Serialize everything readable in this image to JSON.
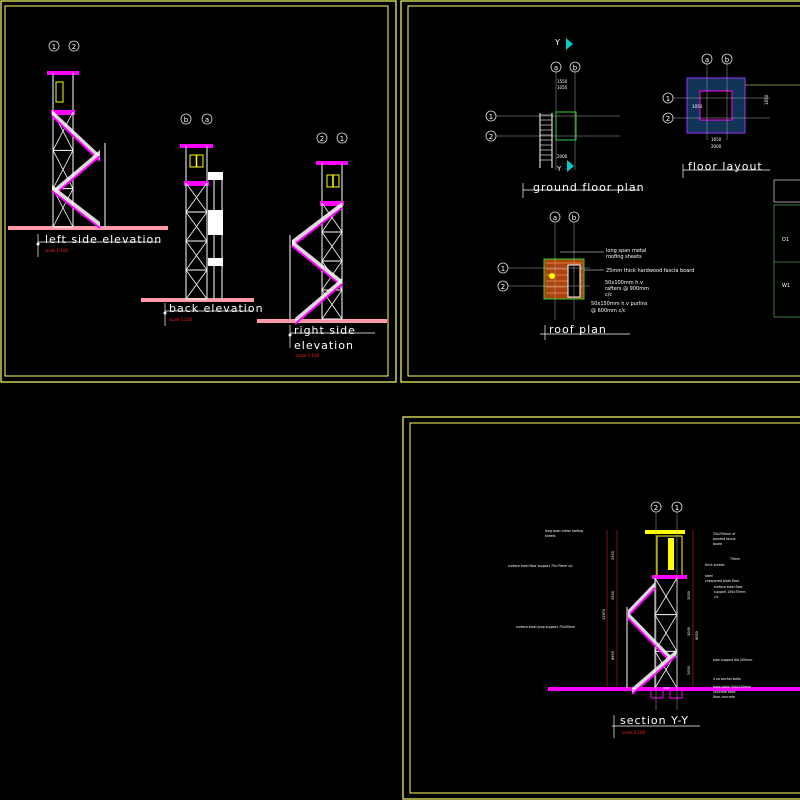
{
  "colors": {
    "background": "#000000",
    "frame": "#ffff66",
    "structure": "#ffffff",
    "highlight": "#ff00ff",
    "ground": "#ff99aa",
    "window": "#ffff00",
    "marker": "#00cccc",
    "dimension": "#cc2222",
    "hatch": "#00aa88"
  },
  "sheet1": {
    "left_elevation": {
      "title": "left side  elevation",
      "scale": "scale 1:100",
      "grid": [
        "1",
        "2"
      ]
    },
    "back_elevation": {
      "title": "back elevation",
      "scale": "scale 1:100",
      "grid": [
        "b",
        "a"
      ]
    },
    "right_elevation": {
      "title_line1": "right side",
      "title_line2": "elevation",
      "scale": "scale 1:100",
      "grid": [
        "2",
        "1"
      ]
    }
  },
  "sheet2": {
    "ground_floor_plan": {
      "title": "ground floor plan",
      "section_marker": "Y",
      "grid_cols": [
        "a",
        "b"
      ],
      "grid_rows": [
        "1",
        "2"
      ],
      "dims": [
        "1550",
        "1050",
        "2000"
      ]
    },
    "floor_layout": {
      "title": "floor layout",
      "grid_cols": [
        "a",
        "b"
      ],
      "grid_rows": [
        "1",
        "2"
      ],
      "dims": [
        "1650",
        "2000",
        "1050",
        "1650"
      ]
    },
    "roof_plan": {
      "title": "roof plan",
      "grid_cols": [
        "a",
        "b"
      ],
      "grid_rows": [
        "1",
        "2"
      ],
      "notes": [
        "long span metal",
        "roofing sheets",
        "25mm thick hardwood fascia board",
        "50x100mm h.v",
        "rafters @ 900mm",
        "c/c",
        "50x150mm h.v purlins",
        "@ 600mm c/c"
      ]
    },
    "schedule": {
      "rows": [
        "D1",
        "W1"
      ]
    }
  },
  "sheet3": {
    "section": {
      "title": "section Y-Y",
      "scale": "scale 1:100",
      "grid": [
        "2",
        "1"
      ],
      "notes_left": [
        "long span metal roofing",
        "sheets",
        "surface steel floor support 75x75mm c/c",
        "surface steel prop support 75x50mm"
      ],
      "notes_right": [
        "25x250mm of",
        "painted fascia",
        "board",
        "75mm",
        "thick screed",
        "steel",
        "chequered plate floor",
        "surface steel floor",
        "support 150x75mm",
        "c/c",
        "pipe support dia 200mm",
        "4 no anchor bolts",
        "base plate 300x300mm",
        "concrete base",
        "floor concrete"
      ],
      "dims": [
        "12970",
        "2550",
        "3500",
        "8950",
        "3000",
        "9050",
        "3000",
        "2000"
      ]
    }
  }
}
